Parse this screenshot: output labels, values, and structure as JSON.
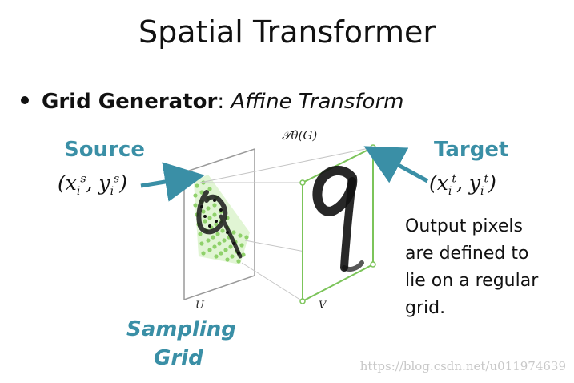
{
  "slide": {
    "title": "Spatial Transformer",
    "bullet": {
      "bold": "Grid Generator",
      "separator": ": ",
      "italic": "Affine Transform"
    }
  },
  "diagram": {
    "source_label": "Source",
    "source_math": {
      "base": "(x",
      "sub1": "i",
      "sup1": "s",
      "mid": ", y",
      "sub2": "i",
      "sup2": "s",
      "end": ")"
    },
    "target_label": "Target",
    "target_math": {
      "base": "(x",
      "sub1": "i",
      "sup1": "t",
      "mid": ", y",
      "sub2": "i",
      "sup2": "t",
      "end": ")"
    },
    "transform_label": "𝒯θ(G)",
    "input_letter": "U",
    "output_letter": "V",
    "sampling_grid_line1": "Sampling",
    "sampling_grid_line2": "Grid",
    "output_desc": [
      "Output pixels",
      "are defined to",
      "lie on a regular",
      "grid."
    ],
    "colors": {
      "teal": "#3a8fa6",
      "grid_green": "#8fd16a",
      "frame_gray": "#9a9a9a",
      "frame_green": "#7cc45a"
    }
  },
  "watermark": "https://blog.csdn.net/u011974639"
}
